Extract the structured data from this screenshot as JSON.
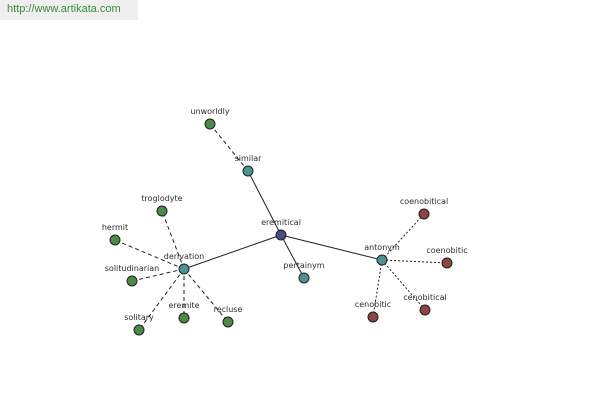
{
  "source_link": {
    "text": "http://www.artikata.com"
  },
  "colors": {
    "link_green": "#3c8a3c",
    "banner_bg": "#efefef",
    "center": "#464b8c",
    "relation": "#4d9394",
    "synonym": "#4b8a4b",
    "antonym_word": "#8c4646",
    "edge": "#202020"
  },
  "graph": {
    "nodes": [
      {
        "id": "eremitical",
        "label": "eremitical",
        "kind": "center"
      },
      {
        "id": "similar",
        "label": "similar",
        "kind": "relation"
      },
      {
        "id": "derivation",
        "label": "derivation",
        "kind": "relation"
      },
      {
        "id": "pertainym",
        "label": "pertainym",
        "kind": "relation"
      },
      {
        "id": "antonym",
        "label": "antonym",
        "kind": "relation"
      },
      {
        "id": "unworldly",
        "label": "unworldly",
        "kind": "synonym"
      },
      {
        "id": "troglodyte",
        "label": "troglodyte",
        "kind": "synonym"
      },
      {
        "id": "hermit",
        "label": "hermit",
        "kind": "synonym"
      },
      {
        "id": "solitudinarian",
        "label": "solitudinarian",
        "kind": "synonym"
      },
      {
        "id": "solitary",
        "label": "solitary",
        "kind": "synonym"
      },
      {
        "id": "eremite",
        "label": "eremite",
        "kind": "synonym"
      },
      {
        "id": "recluse",
        "label": "recluse",
        "kind": "synonym"
      },
      {
        "id": "coenobitical",
        "label": "coenobitical",
        "kind": "antonym_word"
      },
      {
        "id": "coenobitic",
        "label": "coenobitic",
        "kind": "antonym_word"
      },
      {
        "id": "cenobitical",
        "label": "cenobitical",
        "kind": "antonym_word"
      },
      {
        "id": "cenobitic",
        "label": "cenobitic",
        "kind": "antonym_word"
      }
    ],
    "edges": [
      {
        "from": "eremitical",
        "to": "similar",
        "style": "solid"
      },
      {
        "from": "eremitical",
        "to": "derivation",
        "style": "solid"
      },
      {
        "from": "eremitical",
        "to": "pertainym",
        "style": "solid"
      },
      {
        "from": "eremitical",
        "to": "antonym",
        "style": "solid"
      },
      {
        "from": "similar",
        "to": "unworldly",
        "style": "dashed"
      },
      {
        "from": "derivation",
        "to": "troglodyte",
        "style": "dashed"
      },
      {
        "from": "derivation",
        "to": "hermit",
        "style": "dashed"
      },
      {
        "from": "derivation",
        "to": "solitudinarian",
        "style": "dashed"
      },
      {
        "from": "derivation",
        "to": "solitary",
        "style": "dashed"
      },
      {
        "from": "derivation",
        "to": "eremite",
        "style": "dashed"
      },
      {
        "from": "derivation",
        "to": "recluse",
        "style": "dashed"
      },
      {
        "from": "antonym",
        "to": "coenobitical",
        "style": "dotted"
      },
      {
        "from": "antonym",
        "to": "coenobitic",
        "style": "dotted"
      },
      {
        "from": "antonym",
        "to": "cenobitical",
        "style": "dotted"
      },
      {
        "from": "antonym",
        "to": "cenobitic",
        "style": "dotted"
      }
    ]
  }
}
